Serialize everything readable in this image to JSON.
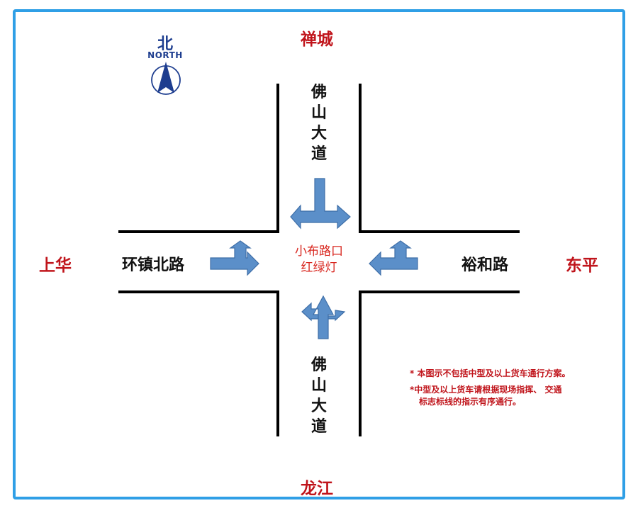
{
  "directions": {
    "north": "禅城",
    "south": "龙江",
    "west": "上华",
    "east": "东平"
  },
  "compass": {
    "label_zh": "北",
    "label_en": "NORTH"
  },
  "roads": {
    "north": "佛山大道",
    "south": "佛山大道",
    "west": "环镇北路",
    "east": "裕和路"
  },
  "intersection": {
    "line1": "小布路口",
    "line2": "红绿灯"
  },
  "notes": [
    "* 本图示不包括中型及以上货车通行方案。",
    "*中型及以上货车请根据现场指挥、 交通",
    "标志标线的指示有序通行。"
  ],
  "colors": {
    "frame": "#2f9fe6",
    "arrow": "#5b8fc9",
    "destination_text": "#c0141b",
    "road_lines": "#000000"
  }
}
